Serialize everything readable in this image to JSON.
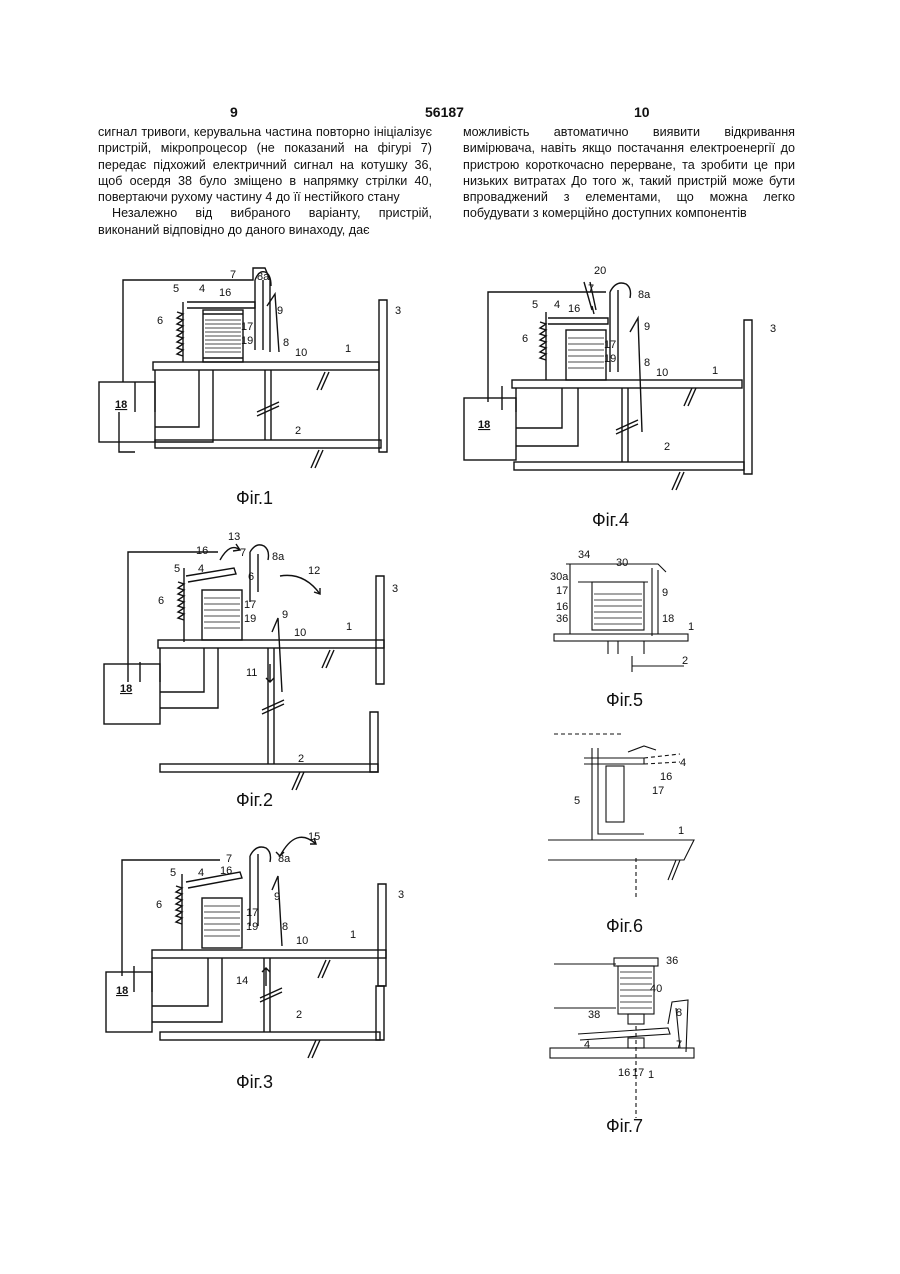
{
  "header": {
    "left_page": "9",
    "patent_number": "56187",
    "right_page": "10"
  },
  "left_column": {
    "para1": "сигнал тривоги, керувальна частина повторно ініціалізує пристрій, мікропроцесор (не показаний на фігурі 7) передає підхожий електричний сигнал на котушку 36, щоб осердя 38 було зміщено в напрямку стрілки 40, повертаючи рухому частину 4 до її нестійкого стану",
    "para2": "Незалежно від вибраного варіанту, пристрій, виконаний відповідно до даного винаходу, дає"
  },
  "right_column": {
    "para1": "можливість автоматично виявити відкривання вимірювача, навіть якщо постачання електроенергії до пристрою короткочасно перерване, та зробити це при низьких витратах До того ж, такий пристрій може бути впроваджений з елементами, що можна легко побудувати з комерційно доступних компонентів"
  },
  "figures": [
    {
      "caption": "Фіг.1",
      "labels": [
        "7",
        "8a",
        "5",
        "4",
        "16",
        "9",
        "3",
        "6",
        "17",
        "19",
        "8",
        "10",
        "1",
        "18",
        "2"
      ]
    },
    {
      "caption": "Фіг.2",
      "labels": [
        "16",
        "13",
        "7",
        "8a",
        "6",
        "12",
        "5",
        "4",
        "3",
        "6",
        "17",
        "19",
        "9",
        "10",
        "1",
        "11",
        "18",
        "2"
      ]
    },
    {
      "caption": "Фіг.3",
      "labels": [
        "15",
        "7",
        "8a",
        "5",
        "4",
        "16",
        "9",
        "3",
        "6",
        "17",
        "19",
        "8",
        "10",
        "1",
        "14",
        "18",
        "2"
      ]
    },
    {
      "caption": "Фіг.4",
      "labels": [
        "20",
        "7",
        "8a",
        "5",
        "4",
        "16",
        "9",
        "3",
        "6",
        "17",
        "19",
        "8",
        "10",
        "1",
        "18",
        "2"
      ]
    },
    {
      "caption": "Фіг.5",
      "labels": [
        "34",
        "30",
        "30a",
        "17",
        "16",
        "36",
        "9",
        "18",
        "1",
        "2"
      ]
    },
    {
      "caption": "Фіг.6",
      "labels": [
        "4",
        "16",
        "17",
        "5",
        "1"
      ]
    },
    {
      "caption": "Фіг.7",
      "labels": [
        "36",
        "40",
        "38",
        "8",
        "7",
        "4",
        "16",
        "17",
        "1"
      ]
    }
  ]
}
